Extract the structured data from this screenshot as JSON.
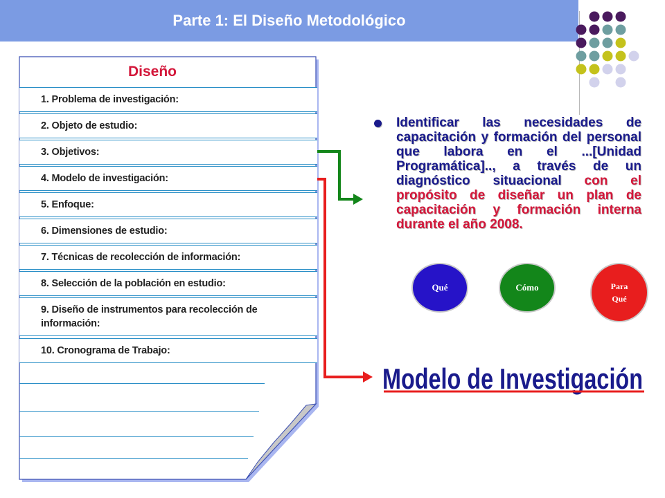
{
  "header": {
    "title": "Parte 1: El Diseño Metodológico"
  },
  "panel": {
    "heading": "Diseño",
    "items": [
      "1. Problema de investigación:",
      "2. Objeto de estudio:",
      "3. Objetivos:",
      "4. Modelo de investigación:",
      "5. Enfoque:",
      "6. Dimensiones de estudio:",
      "7. Técnicas de recolección de información:",
      "8. Selección de la población en estudio:",
      "9. Diseño de instrumentos para recolección de información:",
      "10. Cronograma de Trabajo:"
    ]
  },
  "bullet": {
    "part1": "Identificar las necesidades de capacitación y formación del personal que labora en el ...[Unidad Programática].., a través de un diagnóstico situacional",
    "part2": " con el propósito de diseñar un plan de capacitación y formación interna durante el año 2008."
  },
  "ovals": {
    "que": "Qué",
    "como": "Cómo",
    "para_que": "Para Qué"
  },
  "model_title": "Modelo de Investigación",
  "colors": {
    "header_bg": "#7b9be3",
    "heading_red": "#d3173a",
    "text_blue": "#1a1b8c",
    "line_blue": "#2a8fc7",
    "arrow_green": "#13861a",
    "arrow_red": "#e81e1e",
    "dot_purple": "#4a1a5e",
    "dot_teal": "#6e9ea0",
    "dot_yellow": "#c4c21c",
    "dot_lavender": "#d2d2ec"
  }
}
